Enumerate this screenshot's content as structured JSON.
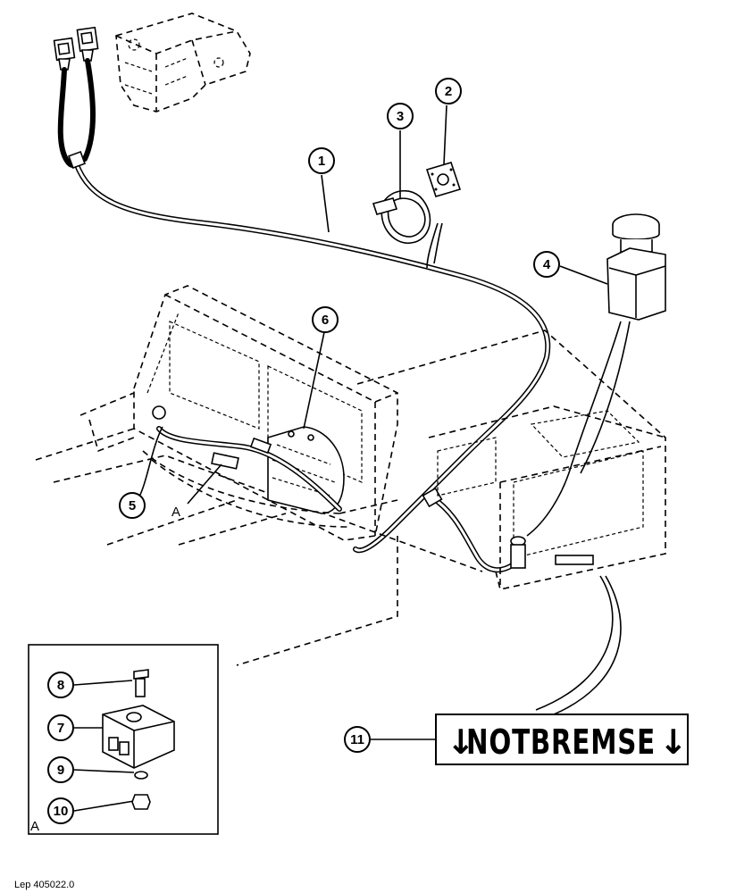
{
  "diagram": {
    "callouts": [
      "1",
      "2",
      "3",
      "4",
      "5",
      "6",
      "7",
      "8",
      "9",
      "10",
      "11"
    ],
    "detail_letter": "A",
    "detail_box_letter": "A",
    "label_plate": {
      "text": "NOTBREMSE",
      "arrow_left": "↓",
      "arrow_right": "↓"
    },
    "reference": "Lep 405022.0"
  }
}
